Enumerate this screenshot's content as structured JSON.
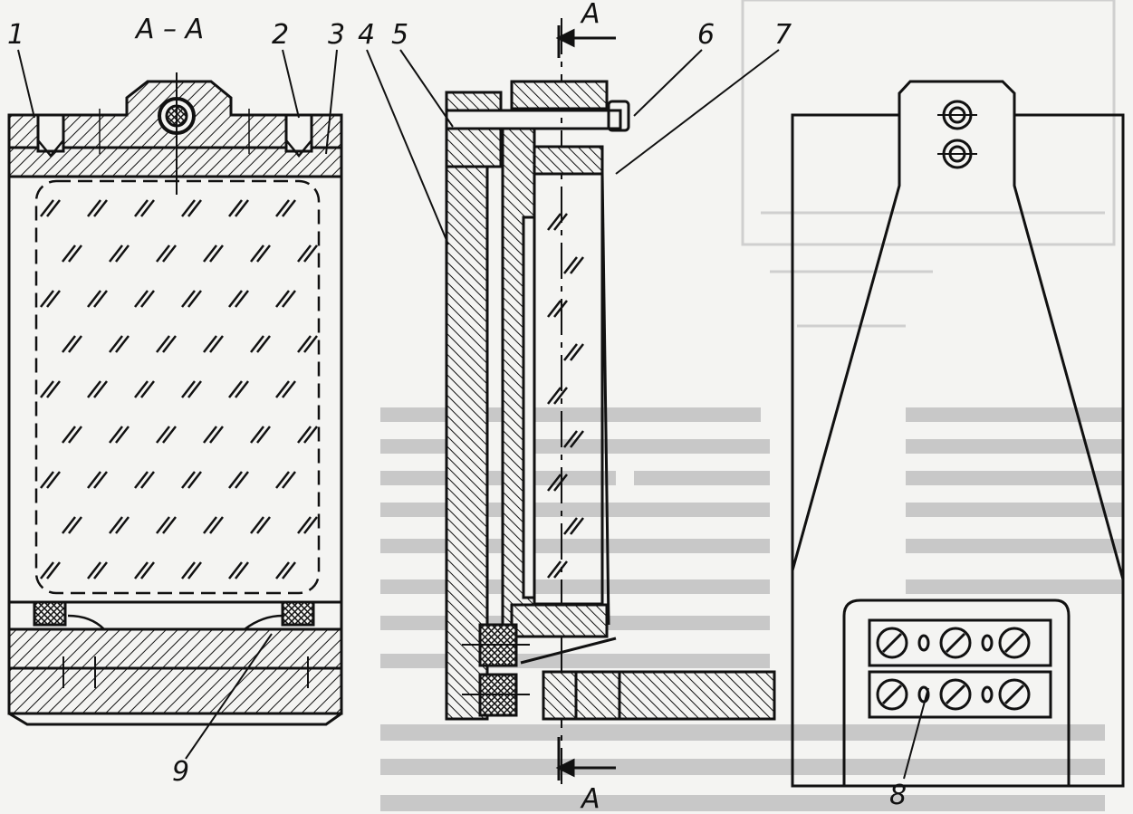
{
  "section_title": "A – A",
  "section_marker_letter": "A",
  "callouts": [
    "1",
    "2",
    "3",
    "4",
    "5",
    "6",
    "7",
    "8",
    "9"
  ],
  "colors": {
    "ink": "#111111",
    "paper": "#f4f4f2",
    "bleed": "#c4c4c4"
  }
}
